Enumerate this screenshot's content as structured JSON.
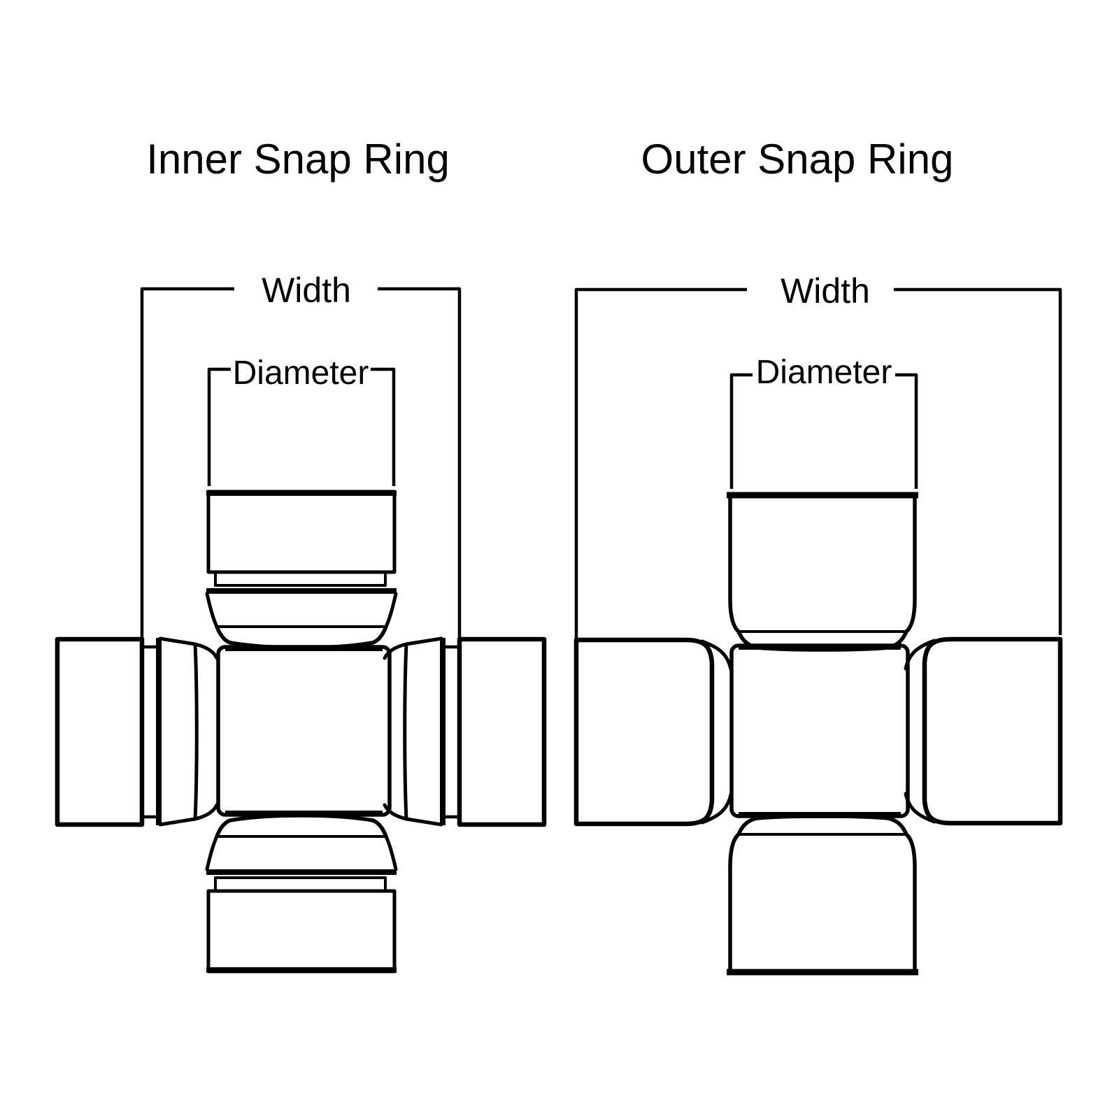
{
  "canvas": {
    "background_color": "#ffffff",
    "line_color": "#000000"
  },
  "diagrams": [
    {
      "title": "Inner Snap Ring",
      "labels": {
        "width": "Width",
        "diameter": "Diameter"
      }
    },
    {
      "title": "Outer Snap Ring",
      "labels": {
        "width": "Width",
        "diameter": "Diameter"
      }
    }
  ]
}
